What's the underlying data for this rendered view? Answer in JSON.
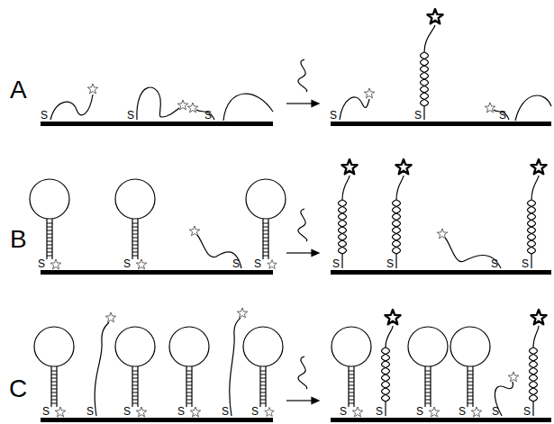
{
  "diagram": {
    "labels": [
      "A",
      "S",
      "S",
      "S",
      "S",
      "S",
      "S",
      "B",
      "S",
      "S",
      "S",
      "S",
      "S",
      "S",
      "S",
      "S",
      "C",
      "S",
      "S",
      "S",
      "S",
      "S",
      "S",
      "S",
      "S",
      "S",
      "S",
      "S",
      "S"
    ]
  }
}
